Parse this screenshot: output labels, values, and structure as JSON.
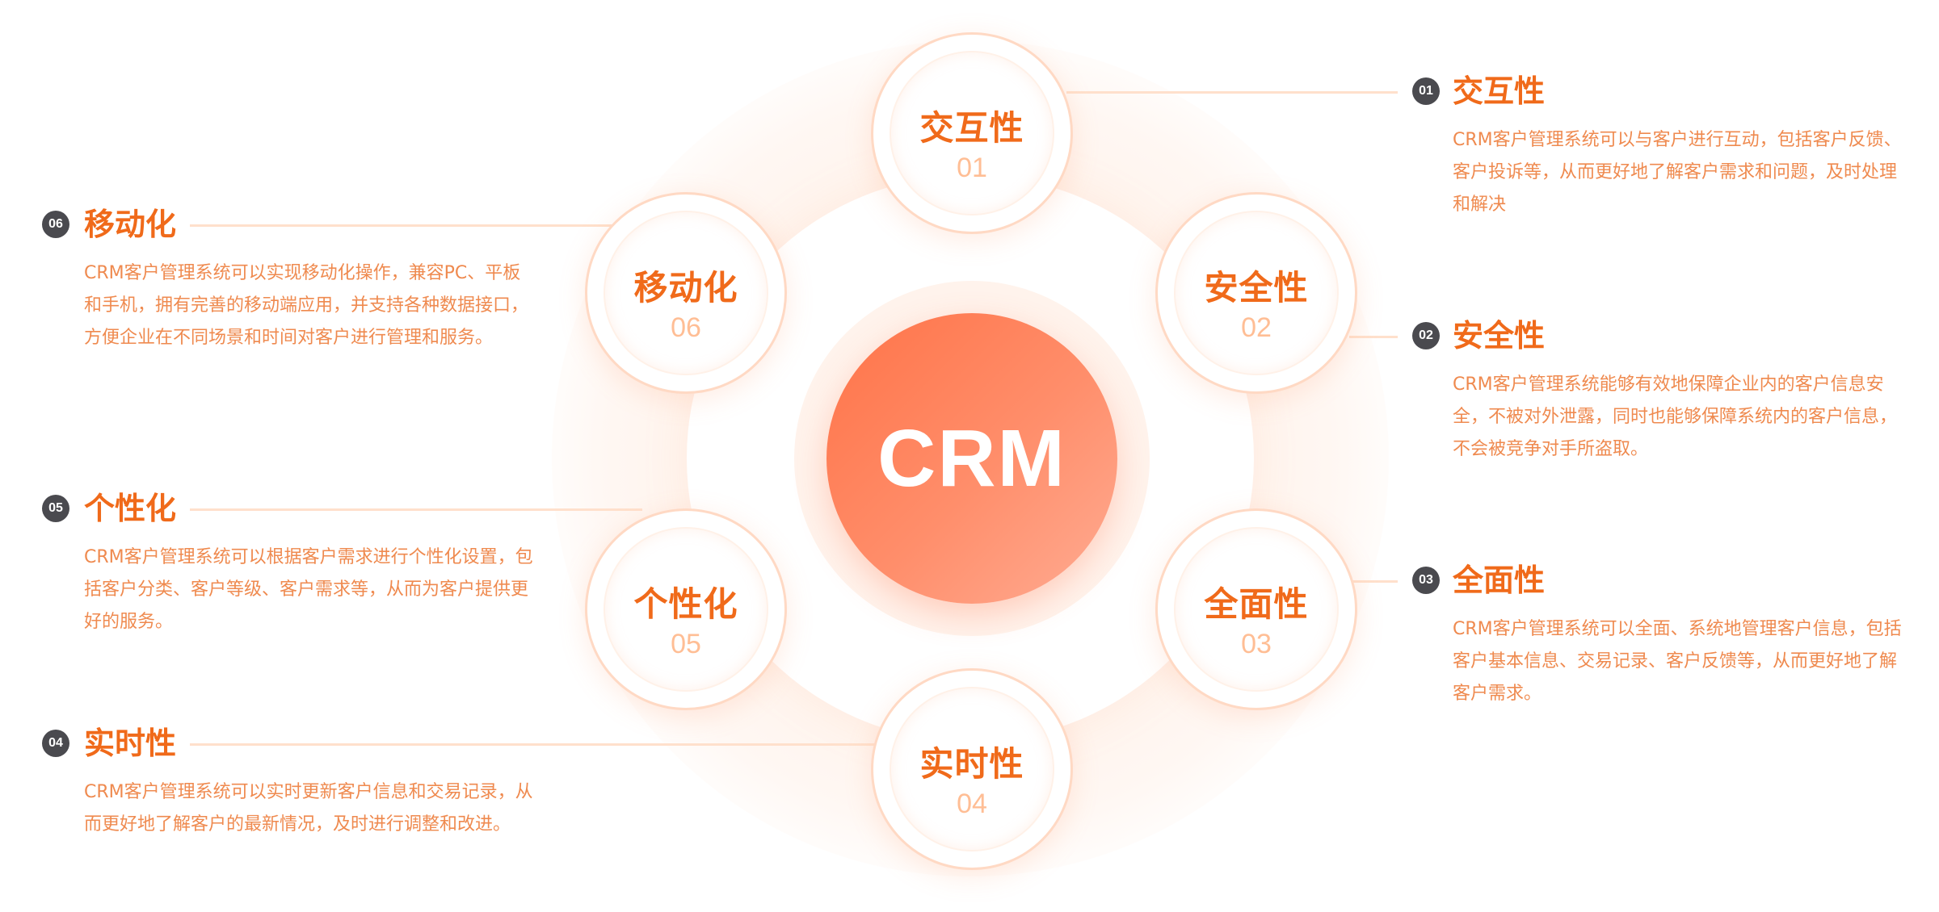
{
  "center": {
    "label": "CRM"
  },
  "nodes": [
    {
      "label": "交互性",
      "num": "01"
    },
    {
      "label": "安全性",
      "num": "02"
    },
    {
      "label": "全面性",
      "num": "03"
    },
    {
      "label": "实时性",
      "num": "04"
    },
    {
      "label": "个性化",
      "num": "05"
    },
    {
      "label": "移动化",
      "num": "06"
    }
  ],
  "items": [
    {
      "badge": "01",
      "title": "交互性",
      "desc": "CRM客户管理系统可以与客户进行互动，包括客户反馈、客户投诉等，从而更好地了解客户需求和问题，及时处理和解决"
    },
    {
      "badge": "02",
      "title": "安全性",
      "desc": "CRM客户管理系统能够有效地保障企业内的客户信息安全，不被对外泄露，同时也能够保障系统内的客户信息，不会被竞争对手所盗取。"
    },
    {
      "badge": "03",
      "title": "全面性",
      "desc": "CRM客户管理系统可以全面、系统地管理客户信息，包括客户基本信息、交易记录、客户反馈等，从而更好地了解客户需求。"
    },
    {
      "badge": "04",
      "title": "实时性",
      "desc": "CRM客户管理系统可以实时更新客户信息和交易记录，从而更好地了解客户的最新情况，及时进行调整和改进。"
    },
    {
      "badge": "05",
      "title": "个性化",
      "desc": "CRM客户管理系统可以根据客户需求进行个性化设置，包括客户分类、客户等级、客户需求等，从而为客户提供更好的服务。"
    },
    {
      "badge": "06",
      "title": "移动化",
      "desc": "CRM客户管理系统可以实现移动化操作，兼容PC、平板和手机，拥有完善的移动端应用，并支持各种数据接口，方便企业在不同场景和时间对客户进行管理和服务。"
    }
  ],
  "colors": {
    "accent": "#f06a1a",
    "desc_text": "#ef8a4f",
    "badge_bg": "#4a4a4f",
    "core_gradient_start": "#ff7348",
    "core_gradient_end": "#ffac93"
  }
}
